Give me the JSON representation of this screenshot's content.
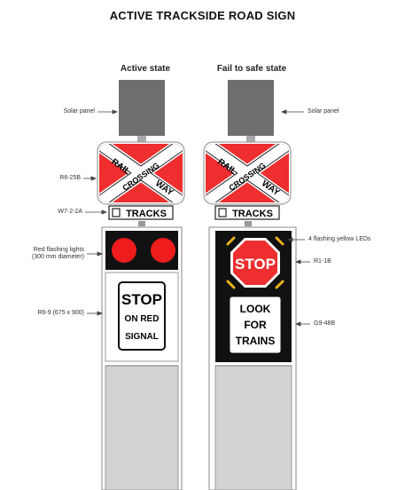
{
  "title": "ACTIVE TRACKSIDE ROAD SIGN",
  "columns": {
    "left": {
      "title": "Active state"
    },
    "right": {
      "title": "Fail to safe state"
    }
  },
  "labels": {
    "solar_left": "Solar panel",
    "solar_right": "Solar panel",
    "r6_25b": "R6-25B",
    "w7_2_2a": "W7-2-2A",
    "red_lights_line1": "Red flashing lights",
    "red_lights_line2": "(300 mm diameter)",
    "r6_9": "R6-9 (675 x 900)",
    "yellow_leds": "4 flashing yellow LEDs",
    "r1_1b": "R1-1B",
    "g9_48b": "G9-48B"
  },
  "signs": {
    "crossbuck_top": "RAIL",
    "crossbuck_left": "CROSSING",
    "crossbuck_right": "WAY",
    "tracks_left": "TRACKS",
    "tracks_right": "TRACKS",
    "stop_on_red_line1": "STOP",
    "stop_on_red_line2": "ON RED",
    "stop_on_red_line3": "SIGNAL",
    "stop_octagon": "STOP",
    "look_line1": "LOOK",
    "look_line2": "FOR",
    "look_line3": "TRAINS"
  },
  "colors": {
    "crossbuck_red": "#ee2e2f",
    "light_red": "#ee1c1c",
    "yellow_led": "#e8b31a",
    "panel_gray": "#6e6e6e",
    "post_gray": "#d3d3d3"
  }
}
